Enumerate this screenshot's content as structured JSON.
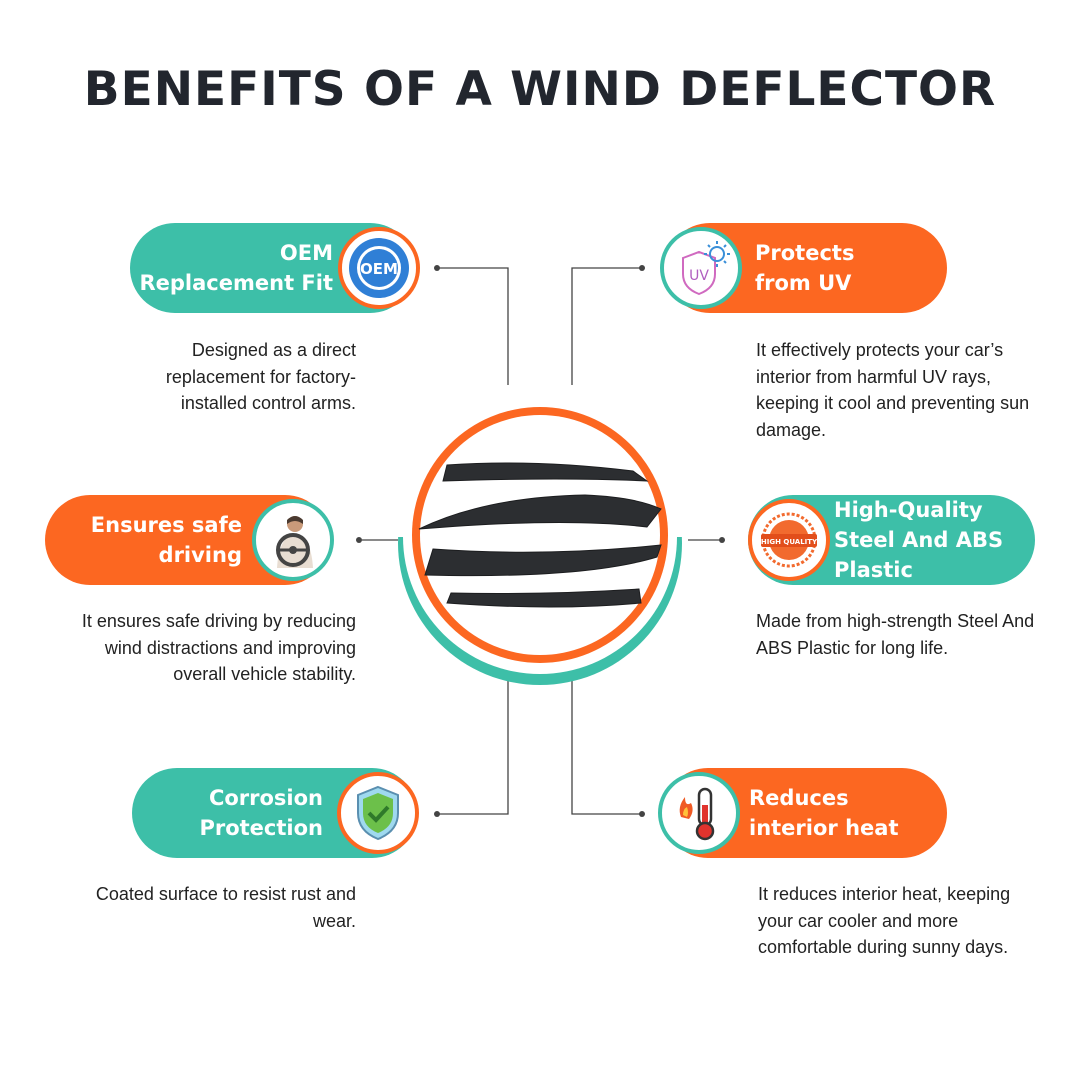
{
  "title": "BENEFITS OF A WIND DEFLECTOR",
  "colors": {
    "teal": "#3dbfa8",
    "orange": "#fc6721",
    "text": "#22262e"
  },
  "benefits": [
    {
      "title": "OEM\nReplacement Fit",
      "icon": "oem-badge-icon",
      "badge_text": "OEM",
      "desc": "Designed as a direct replacement for factory-installed control arms."
    },
    {
      "title": "Protects\nfrom UV",
      "icon": "uv-shield-icon",
      "badge_text": "UV",
      "desc": "It effectively protects your car’s interior from harmful UV rays, keeping it cool and preventing sun damage."
    },
    {
      "title": "Ensures safe\ndriving",
      "icon": "driver-steering-wheel-icon",
      "desc": "It ensures safe driving by reducing wind distractions and improving overall vehicle stability."
    },
    {
      "title": "High-Quality\nSteel And ABS\nPlastic",
      "icon": "high-quality-seal-icon",
      "badge_text": "HIGH QUALITY",
      "desc": "Made from high-strength Steel And ABS Plastic for long life."
    },
    {
      "title": "Corrosion\nProtection",
      "icon": "check-shield-icon",
      "desc": "Coated surface to resist rust and wear."
    },
    {
      "title": "Reduces\ninterior heat",
      "icon": "thermometer-fire-icon",
      "desc": "It reduces interior heat, keeping your car cooler and more comfortable during sunny days."
    }
  ]
}
